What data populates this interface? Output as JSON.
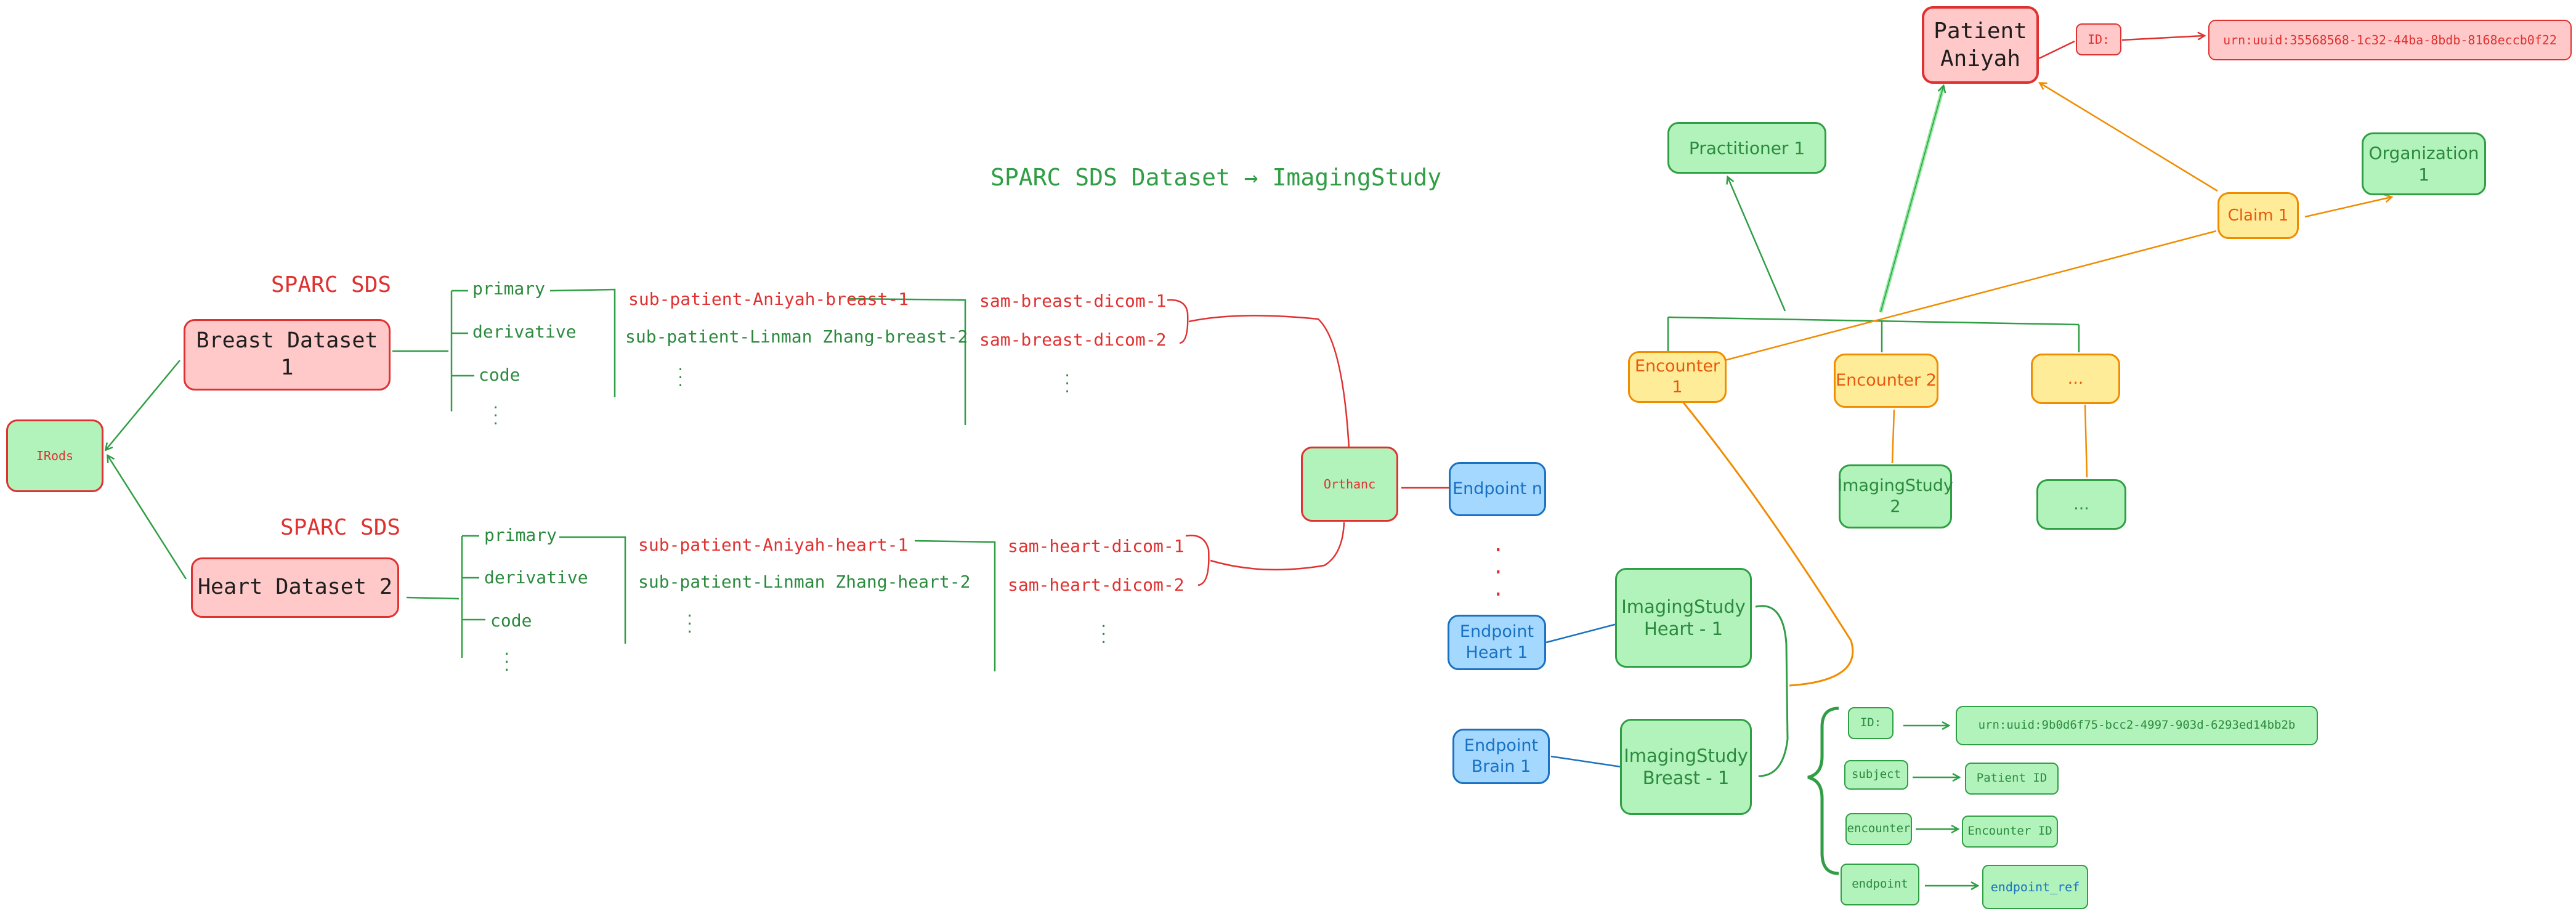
{
  "title": "SPARC SDS Dataset → ImagingStudy",
  "colors": {
    "red": "#e03131",
    "red_fill": "#ffc9c9",
    "green": "#2f9e44",
    "green_fill": "#b2f2bb",
    "yellow": "#f08c00",
    "yellow_fill": "#ffec99",
    "blue": "#1971c2",
    "blue_fill": "#a5d8ff"
  },
  "irods": "IRods",
  "orthanc": "Orthanc",
  "sds_label": "SPARC SDS",
  "breast_dataset": {
    "name": "Breast Dataset 1",
    "folders": [
      "primary",
      "derivative",
      "code"
    ],
    "subjects": [
      "sub-patient-Aniyah-breast-1",
      "sub-patient-Linman Zhang-breast-2"
    ],
    "samples": [
      "sam-breast-dicom-1",
      "sam-breast-dicom-2"
    ]
  },
  "heart_dataset": {
    "name": "Heart Dataset 2",
    "folders": [
      "primary",
      "derivative",
      "code"
    ],
    "subjects": [
      "sub-patient-Aniyah-heart-1",
      "sub-patient-Linman Zhang-heart-2"
    ],
    "samples": [
      "sam-heart-dicom-1",
      "sam-heart-dicom-2"
    ]
  },
  "endpoints": {
    "n": "Endpoint n",
    "heart": "Endpoint Heart 1",
    "brain": "Endpoint Brain 1"
  },
  "imaging": {
    "heart": "ImagingStudy Heart - 1",
    "breast": "ImagingStudy Breast - 1",
    "study2": "ImagingStudy 2",
    "more": "..."
  },
  "patient": {
    "name": "Patient Aniyah",
    "id_label": "ID:",
    "id_value": "urn:uuid:35568568-1c32-44ba-8bdb-8168eccb0f22"
  },
  "practitioner": "Practitioner 1",
  "organization": "Organization 1",
  "claim": "Claim 1",
  "encounters": [
    "Encounter 1",
    "Encounter 2",
    "..."
  ],
  "breast_study_fields": [
    {
      "label": "ID:",
      "value": "urn:uuid:9b0d6f75-bcc2-4997-903d-6293ed14bb2b"
    },
    {
      "label": "subject",
      "value": "Patient ID"
    },
    {
      "label": "encounter",
      "value": "Encounter ID"
    },
    {
      "label": "endpoint",
      "value": "endpoint_ref"
    }
  ]
}
